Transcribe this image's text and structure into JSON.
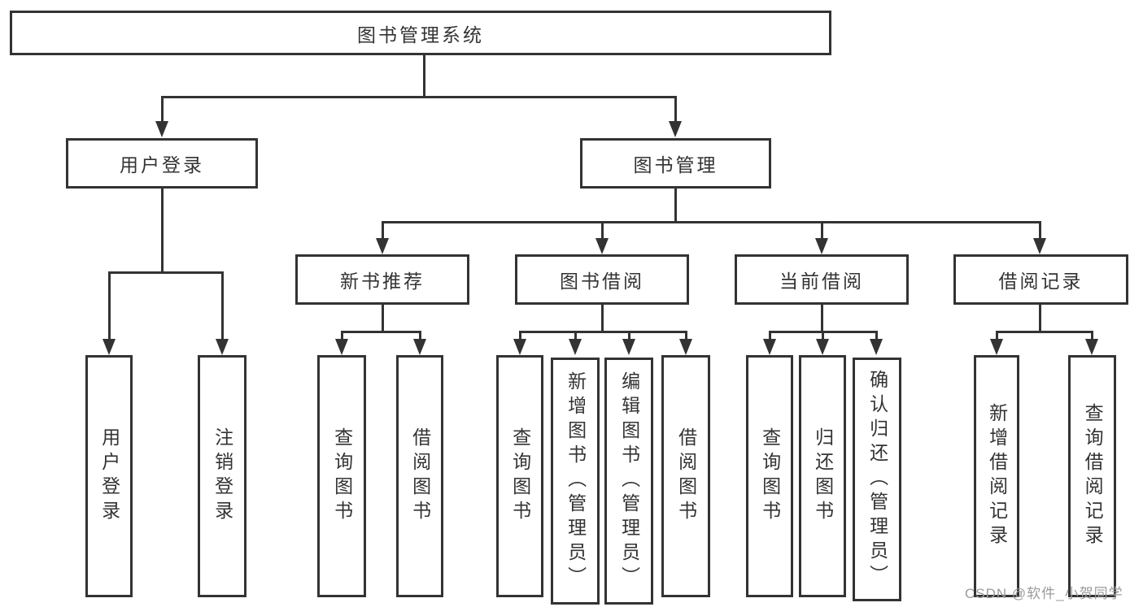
{
  "tree": {
    "root": "图书管理系统",
    "branches": [
      {
        "label": "用户登录",
        "children": [
          "用户登录",
          "注销登录"
        ]
      },
      {
        "label": "图书管理",
        "modules": [
          {
            "label": "新书推荐",
            "children": [
              "查询图书",
              "借阅图书"
            ]
          },
          {
            "label": "图书借阅",
            "children": [
              "查询图书",
              "新增图书（管理员）",
              "编辑图书（管理员）",
              "借阅图书"
            ]
          },
          {
            "label": "当前借阅",
            "children": [
              "查询图书",
              "归还图书",
              "确认归还（管理员）"
            ]
          },
          {
            "label": "借阅记录",
            "children": [
              "新增借阅记录",
              "查询借阅记录"
            ]
          }
        ]
      }
    ]
  },
  "watermark": "CSDN @软件_小贺同学",
  "colors": {
    "line": "#333333",
    "box_border": "#333333",
    "box_fill": "#ffffff",
    "text": "#333333",
    "watermark": "#9b9b9b"
  }
}
